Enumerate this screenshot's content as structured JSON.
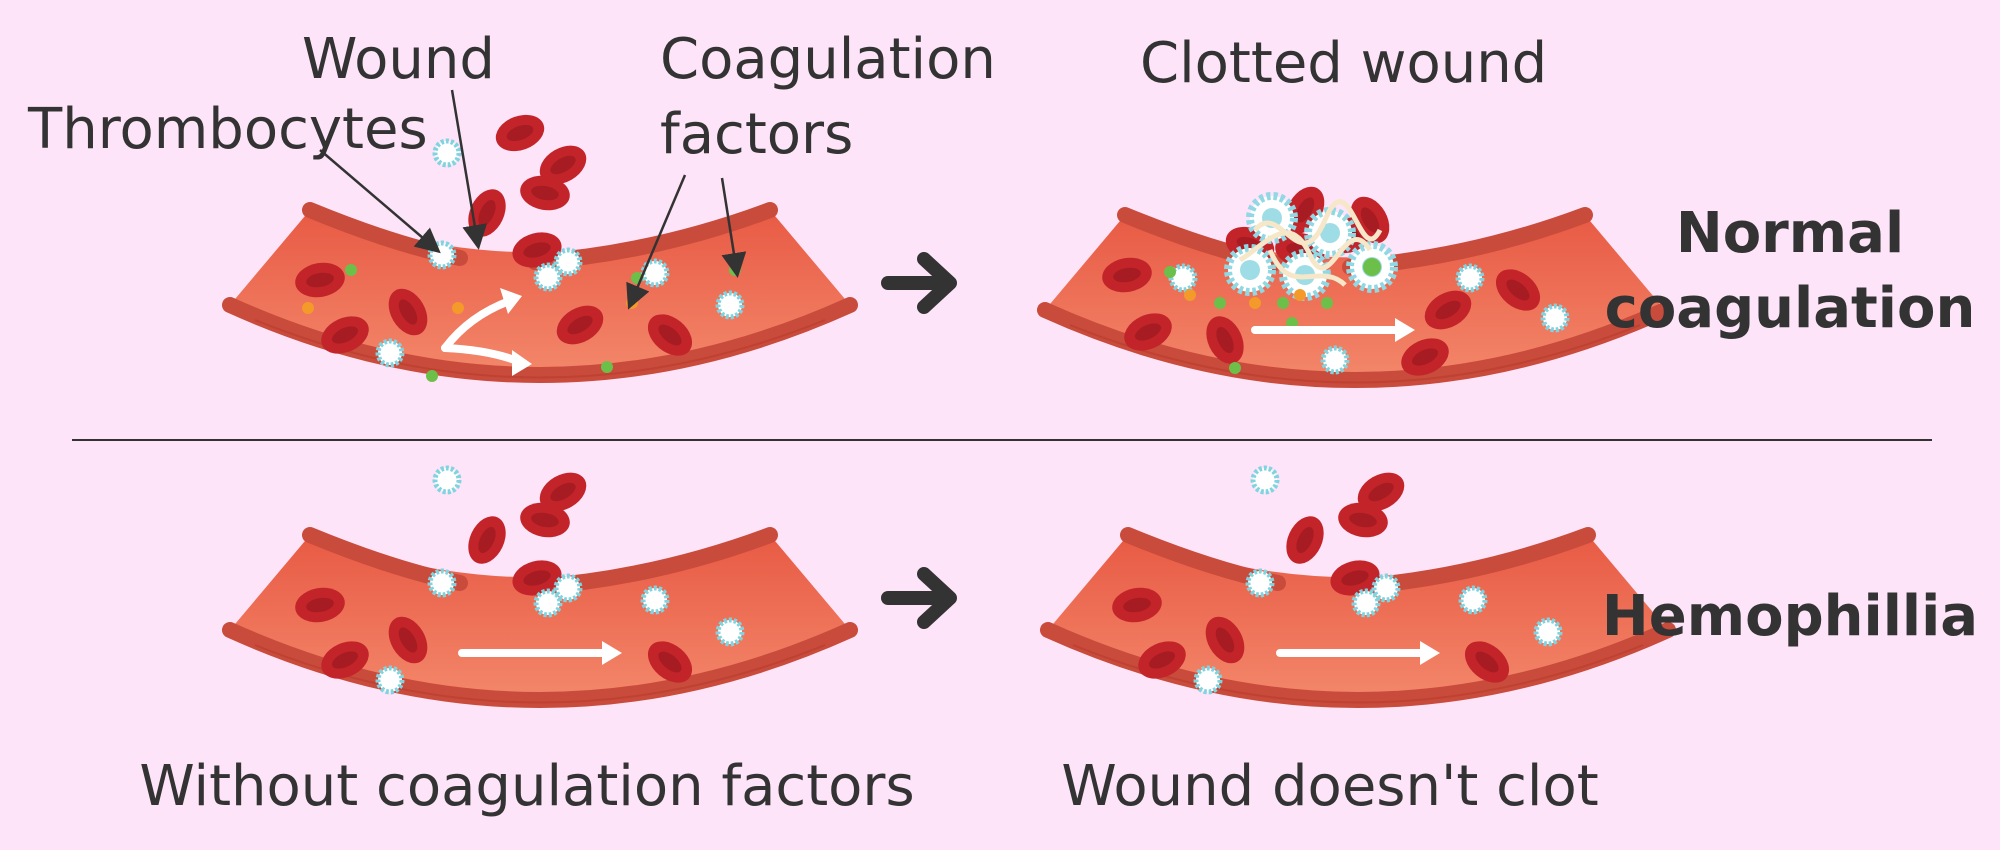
{
  "labels": {
    "wound": "Wound",
    "thrombocytes": "Thrombocytes",
    "coagulation_factors_line1": "Coagulation",
    "coagulation_factors_line2": "factors",
    "clotted_wound": "Clotted wound",
    "normal_line1": "Normal",
    "normal_line2": "coagulation",
    "hemophilia": "Hemophillia",
    "without_factors": "Without coagulation factors",
    "no_clot": "Wound doesn't clot"
  },
  "colors": {
    "background": "#fde4f8",
    "vessel_wall": "#c94b3b",
    "vessel_inner": "#f0785c",
    "red_cell": "#c3242a",
    "platelet_ring": "#7fd4e0",
    "factor_green": "#6cc04a",
    "factor_orange": "#f39a2b",
    "text": "#333333"
  }
}
